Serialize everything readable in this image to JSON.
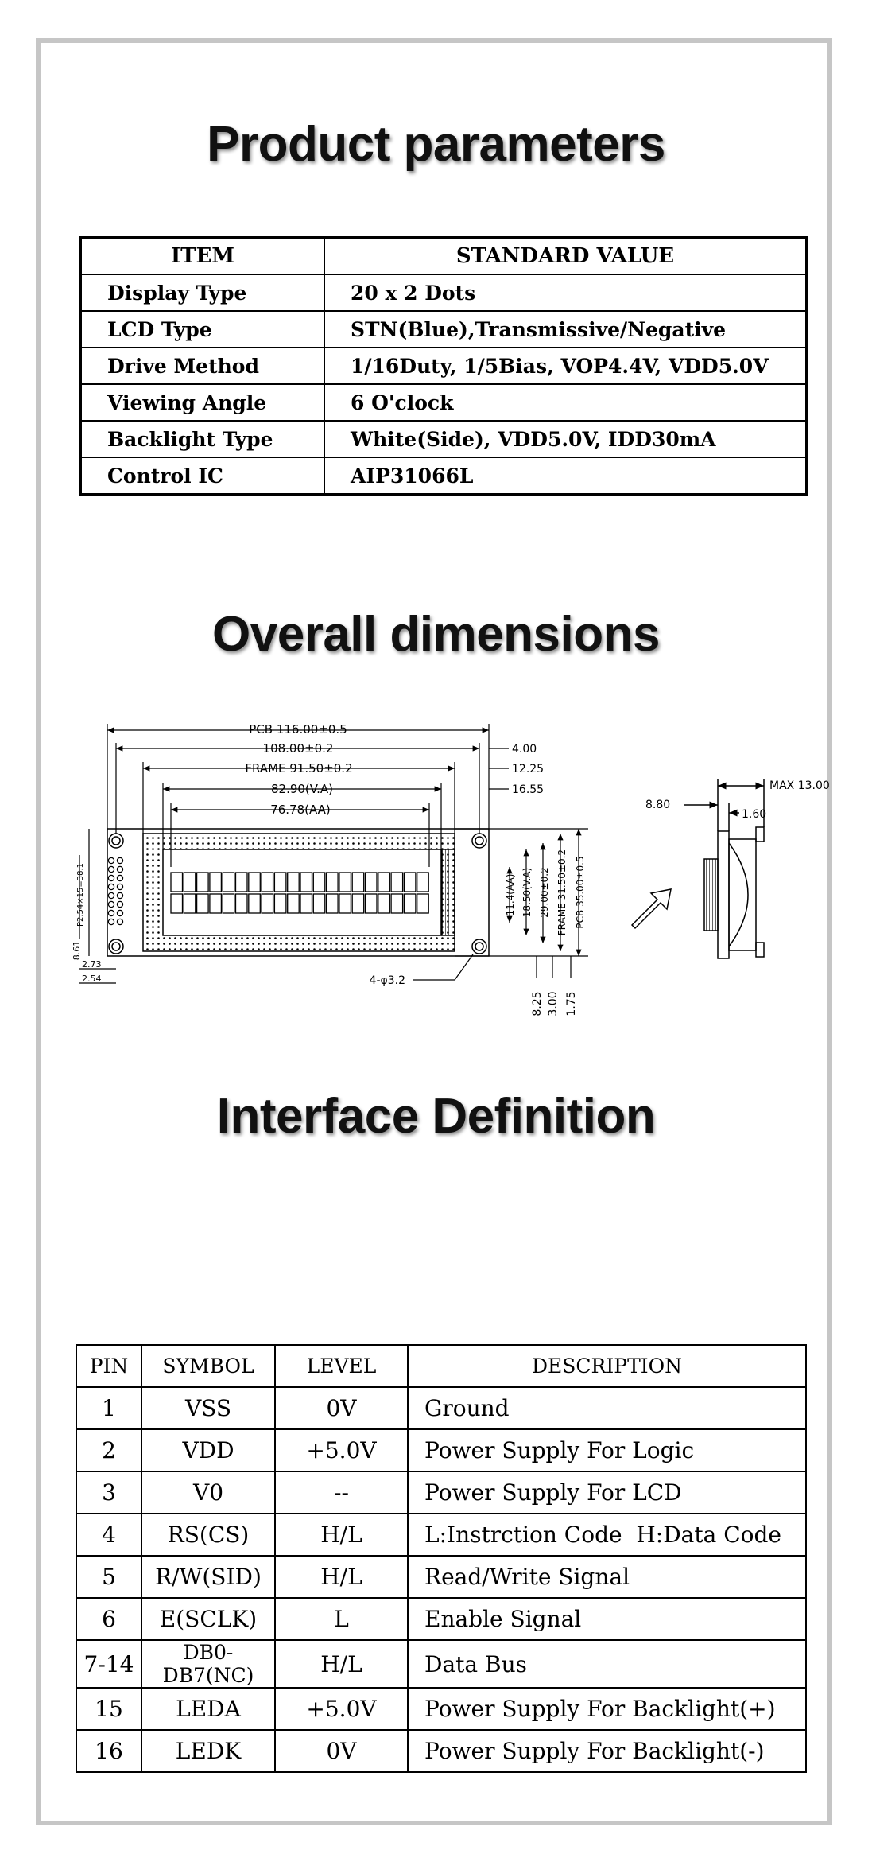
{
  "sections": {
    "product_parameters": "Product parameters",
    "overall_dimensions": "Overall dimensions",
    "interface_definition": "Interface Definition"
  },
  "parameters": {
    "header": {
      "item": "ITEM",
      "value": "STANDARD VALUE"
    },
    "rows": [
      {
        "item": "Display Type",
        "value": "20 x 2 Dots"
      },
      {
        "item": "LCD Type",
        "value": "STN(Blue),Transmissive/Negative"
      },
      {
        "item": "Drive Method",
        "value": "1/16Duty, 1/5Bias, VOP4.4V, VDD5.0V"
      },
      {
        "item": "Viewing Angle",
        "value": "6 O'clock"
      },
      {
        "item": "Backlight Type",
        "value": "White(Side), VDD5.0V, IDD30mA"
      },
      {
        "item": "Control IC",
        "value": "AIP31066L"
      }
    ]
  },
  "dimensions": {
    "pcb_width": "PCB 116.00±0.5",
    "width_108": "108.00±0.2",
    "frame_width": "FRAME 91.50±0.2",
    "va_width": "82.90(V.A)",
    "aa_width": "76.78(AA)",
    "right_4": "4.00",
    "right_12": "12.25",
    "right_16": "16.55",
    "aa_height": "11.4(AA)",
    "va_height": "18.50(V.A)",
    "h_29": "29.00±0.2",
    "frame_height": "FRAME 31.50±0.2",
    "pcb_height": "PCB 35.00±0.5",
    "hole_label": "4-φ3.2",
    "bottom_8": "8.25",
    "bottom_3": "3.00",
    "bottom_1": "1.75",
    "left_pitch": "P2.54×15=38.1",
    "left_8": "8.61",
    "left_2_73": "2.73",
    "left_2_54": "2.54",
    "side_max": "MAX 13.00",
    "side_8_8": "8.80",
    "side_1_6": "1.60"
  },
  "pins": {
    "header": {
      "pin": "PIN",
      "symbol": "SYMBOL",
      "level": "LEVEL",
      "description": "DESCRIPTION"
    },
    "rows": [
      {
        "pin": "1",
        "symbol": "VSS",
        "level": "0V",
        "description": "Ground"
      },
      {
        "pin": "2",
        "symbol": "VDD",
        "level": "+5.0V",
        "description": "Power Supply For Logic"
      },
      {
        "pin": "3",
        "symbol": "V0",
        "level": "--",
        "description": "Power Supply For LCD"
      },
      {
        "pin": "4",
        "symbol": "RS(CS)",
        "level": "H/L",
        "description": "L:Instrction Code  H:Data Code"
      },
      {
        "pin": "5",
        "symbol": "R/W(SID)",
        "level": "H/L",
        "description": "Read/Write Signal"
      },
      {
        "pin": "6",
        "symbol": "E(SCLK)",
        "level": "L",
        "description": "Enable Signal"
      },
      {
        "pin": "7-14",
        "symbol": "DB0-DB7(NC)",
        "level": "H/L",
        "description": "Data Bus"
      },
      {
        "pin": "15",
        "symbol": "LEDA",
        "level": "+5.0V",
        "description": "Power Supply For Backlight(+)"
      },
      {
        "pin": "16",
        "symbol": "LEDK",
        "level": "0V",
        "description": "Power Supply For Backlight(-)"
      }
    ]
  }
}
